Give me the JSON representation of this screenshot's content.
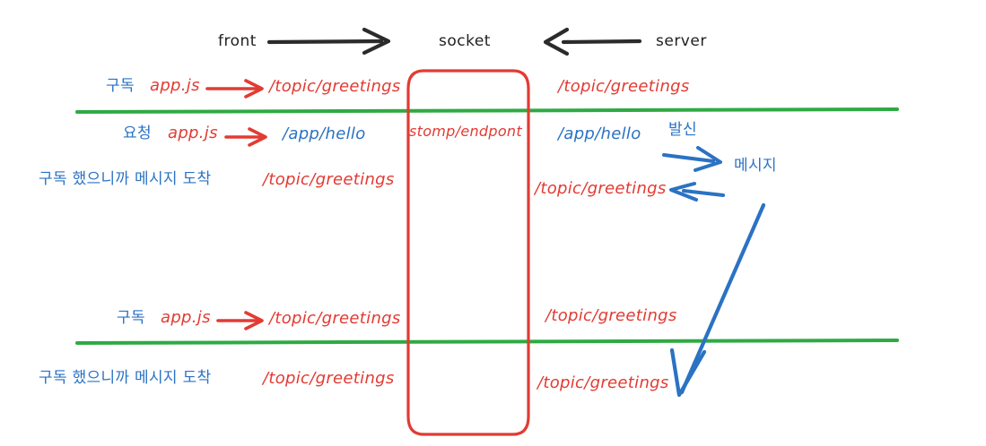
{
  "diagram": {
    "title_row": {
      "front_label": "front",
      "socket_label": "socket",
      "server_label": "server",
      "front_arrow": "arrow-right-black",
      "server_arrow": "arrow-left-black"
    },
    "socket_box": {
      "endpoint_label": "stomp/endpont",
      "color": "#e23b33"
    },
    "colors": {
      "red": "#e23b33",
      "blue": "#2a72c4",
      "green": "#2eaa43",
      "black": "#1f1f1f"
    },
    "flows": [
      {
        "id": "row-1-subscribe",
        "front_action": "구독",
        "front_source": "app.js",
        "front_arrow": "arrow-right-red",
        "front_destination": "/topic/greetings",
        "server_destination": "/topic/greetings"
      },
      {
        "id": "row-2-request",
        "front_action": "요청",
        "front_source": "app.js",
        "front_arrow": "arrow-right-red",
        "front_destination": "/app/hello",
        "server_destination": "/app/hello",
        "server_send_label": "발신",
        "server_send_arrow": "arrow-right-blue",
        "server_message_label": "메시지"
      },
      {
        "id": "row-3-arrival",
        "front_note": "구독 했으니까 메시지 도착",
        "front_destination": "/topic/greetings",
        "server_destination": "/topic/greetings",
        "server_receive_arrow": "arrow-left-blue"
      },
      {
        "id": "row-4-subscribe",
        "front_action": "구독",
        "front_source": "app.js",
        "front_arrow": "arrow-right-red",
        "front_destination": "/topic/greetings",
        "server_destination": "/topic/greetings"
      },
      {
        "id": "row-5-arrival",
        "front_note": "구독 했으니까 메시지 도착",
        "front_destination": "/topic/greetings",
        "server_destination": "/topic/greetings",
        "long_arrow": "arrow-down-left-blue"
      }
    ],
    "separators": [
      {
        "id": "green-line-top",
        "color": "#2eaa43"
      },
      {
        "id": "green-line-bottom",
        "color": "#2eaa43"
      }
    ]
  }
}
